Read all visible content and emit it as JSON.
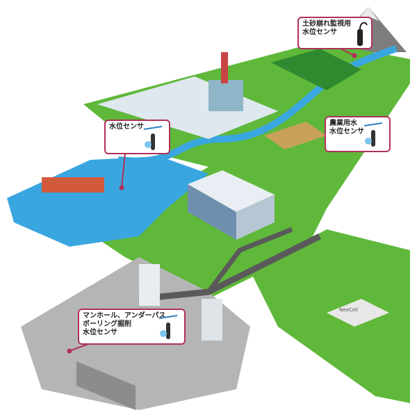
{
  "callouts": {
    "landslide": {
      "label": "土砂崩れ監視用\n水位センサ"
    },
    "river": {
      "label": "水位センサ"
    },
    "agri": {
      "label": "農業用水\n水位センサ"
    },
    "manhole": {
      "label": "マンホール、アンダーパス\nボーリング掘削\n水位センサ"
    }
  },
  "building_sign": {
    "label": "NeoCell"
  },
  "colors": {
    "accent": "#b0305a",
    "water": "#3aa6e0",
    "grass": "#5fb83a",
    "road": "#5a5a5a"
  },
  "icons": [
    "water-level-sensor-icon",
    "probe-sensor-icon"
  ]
}
